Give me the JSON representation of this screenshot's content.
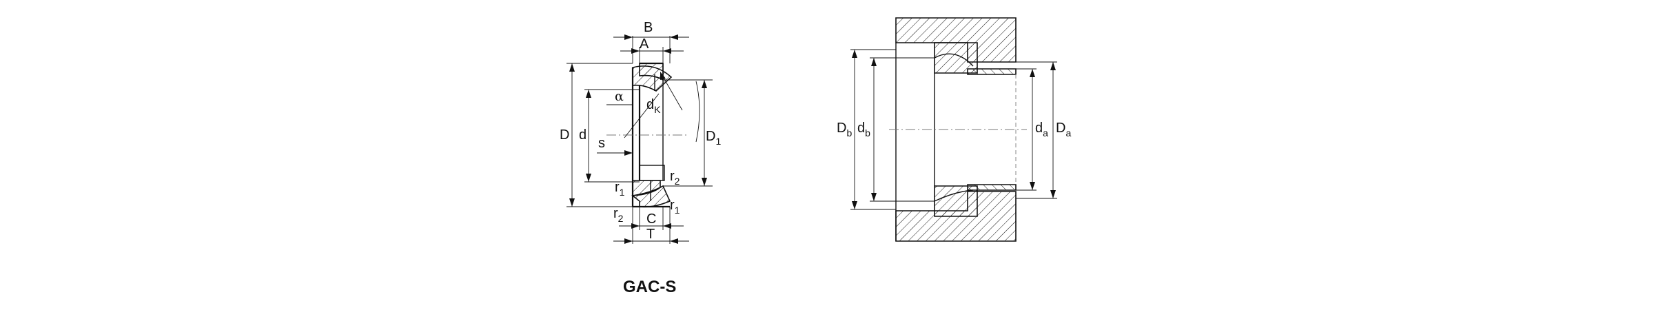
{
  "left_view": {
    "labels": {
      "B": "B",
      "A": "A",
      "D": "D",
      "d": "d",
      "alpha": "α",
      "dK_main": "d",
      "dK_sub": "K",
      "s": "s",
      "D1_main": "D",
      "D1_sub": "1",
      "r2_right_main": "r",
      "r2_right_sub": "2",
      "r1_left_main": "r",
      "r1_left_sub": "1",
      "r2_bottom_main": "r",
      "r2_bottom_sub": "2",
      "C": "C",
      "r1_bottom_main": "r",
      "r1_bottom_sub": "1",
      "T": "T"
    },
    "caption": "GAC-S"
  },
  "right_view": {
    "labels": {
      "Db_main": "D",
      "Db_sub": "b",
      "db_main": "d",
      "db_sub": "b",
      "da_main": "d",
      "da_sub": "a",
      "Da_main": "D",
      "Da_sub": "a"
    }
  }
}
